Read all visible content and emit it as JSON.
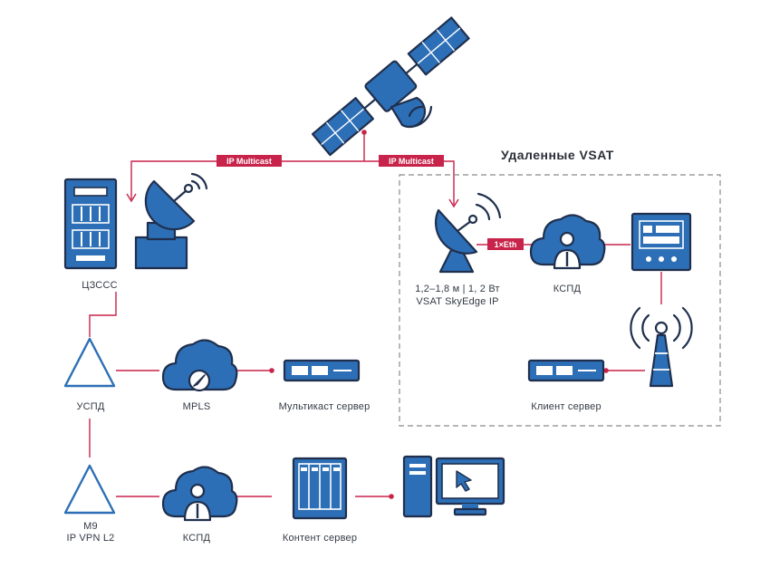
{
  "remote_title": "Удаленные VSAT",
  "tags": {
    "left": "IP Multicast",
    "right": "IP Multicast",
    "eth": "1×Eth"
  },
  "labels": {
    "czsss": "ЦЗССС",
    "vsat_line1": "1,2–1,8 м  |  1, 2 Вт",
    "vsat_line2": "VSAT SkyEdge IP",
    "kspd_remote": "КСПД",
    "uspd": "УСПД",
    "mpls": "MPLS",
    "multicast_server": "Мультикаст сервер",
    "client_server": "Клиент сервер",
    "m9_line1": "М9",
    "m9_line2": "IP VPN L2",
    "kspd_bottom": "КСПД",
    "content_server": "Контент сервер"
  },
  "colors": {
    "accent_line": "#c8234a",
    "icon_blue": "#2d6fb6",
    "icon_outline": "#1f2f4d",
    "dashed_box": "#8a8a8a"
  }
}
